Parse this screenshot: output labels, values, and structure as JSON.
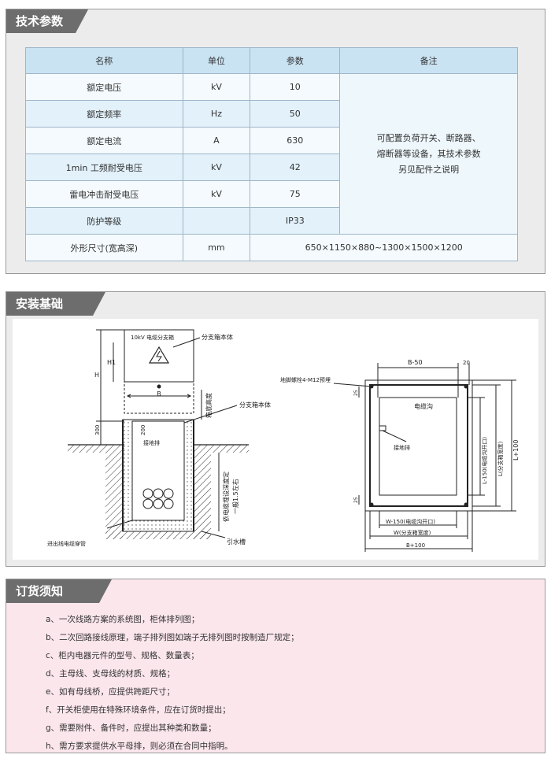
{
  "tech": {
    "title": "技术参数",
    "headers": {
      "name": "名称",
      "unit": "单位",
      "param": "参数",
      "note": "备注"
    },
    "rows": [
      {
        "name": "额定电压",
        "unit": "kV",
        "param": "10"
      },
      {
        "name": "额定频率",
        "unit": "Hz",
        "param": "50"
      },
      {
        "name": "额定电流",
        "unit": "A",
        "param": "630"
      },
      {
        "name": "1min 工频耐受电压",
        "unit": "kV",
        "param": "42"
      },
      {
        "name": "雷电冲击耐受电压",
        "unit": "kV",
        "param": "75"
      },
      {
        "name": "防护等级",
        "unit": "",
        "param": "IP33"
      }
    ],
    "note_lines": [
      "可配置负荷开关、断路器、",
      "熔断器等设备，其技术参数",
      "另见配件之说明"
    ],
    "size_row": {
      "name": "外形尺寸(宽高深)",
      "unit": "mm",
      "value": "650×1150×880~1300×1500×1200"
    }
  },
  "install": {
    "title": "安装基础",
    "left": {
      "box_label": "10kV 电缆分支箱",
      "body_label_1": "分支箱本体",
      "body_label_2": "分支箱本体",
      "ground_label": "接地排",
      "pipe_label": "进出线电缆穿管",
      "drain_label": "引水槽",
      "depth_label": "依电缆埋设深度定",
      "depth_label_2": "一般1.5左右",
      "height_label": "箱底高度",
      "dim_h": "H",
      "dim_h1": "H1",
      "dim_b": "B",
      "dim_300": "300",
      "dim_200": "200"
    },
    "right": {
      "dim_b50": "B-50",
      "dim_20": "20",
      "bolt_label": "地脚螺栓4-M12预埋",
      "dim_25a": "25",
      "dim_25b": "25",
      "trench_label": "电缆沟",
      "ground_label": "接地排",
      "dim_l150": "L-150(电缆沟开口)",
      "dim_l": "L(分支箱宽度)",
      "dim_l100": "L+100",
      "dim_w150": "W-150(电缆沟开口)",
      "dim_w": "W(分支箱宽度)",
      "dim_b100": "B+100"
    }
  },
  "order": {
    "title": "订货须知",
    "items": [
      "a、一次线路方案的系统图，柜体排列图；",
      "b、二次回路接线原理，端子排列图如端子无排列图时按制造厂规定；",
      "c、柜内电器元件的型号、规格、数量表；",
      "d、主母线、支母线的材质、规格；",
      "e、如有母线桥，应提供跨距尺寸；",
      "f、开关柜使用在特殊环境条件，应在订货时提出；",
      "g、需要附件、备件时，应提出其种类和数量；",
      "h、需方要求提供水平母排，则必须在合同中指明。"
    ]
  }
}
